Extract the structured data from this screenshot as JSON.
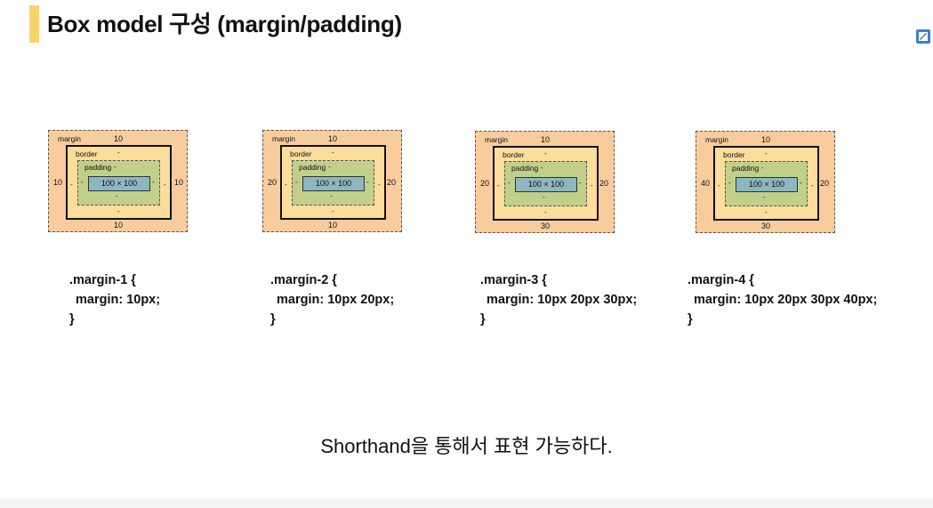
{
  "title": "Box model 구성 (margin/padding)",
  "labels": {
    "margin": "margin",
    "border": "border",
    "padding": "padding",
    "dash": "-",
    "content": "100 × 100"
  },
  "diagrams": [
    {
      "top": "10",
      "right": "10",
      "bottom": "10",
      "left": "10"
    },
    {
      "top": "10",
      "right": "20",
      "bottom": "10",
      "left": "20"
    },
    {
      "top": "10",
      "right": "20",
      "bottom": "30",
      "left": "20"
    },
    {
      "top": "10",
      "right": "20",
      "bottom": "30",
      "left": "40"
    }
  ],
  "code_blocks": [
    {
      "selector": ".margin-1 {",
      "rule": "margin: 10px;",
      "close": "}"
    },
    {
      "selector": ".margin-2 {",
      "rule": "margin: 10px 20px;",
      "close": "}"
    },
    {
      "selector": ".margin-3 {",
      "rule": "margin: 10px 20px 30px;",
      "close": "}"
    },
    {
      "selector": ".margin-4 {",
      "rule": "margin: 10px 20px 30px 40px;",
      "close": "}"
    }
  ],
  "footer": "Shorthand을 통해서 표현 가능하다.",
  "colors": {
    "accent": "#f7d46b",
    "margin": "#f9cc9d",
    "border": "#fddd9b",
    "padding": "#c2cf8a",
    "content": "#8cb6c0"
  },
  "icons": [
    "slide-note-icon"
  ]
}
